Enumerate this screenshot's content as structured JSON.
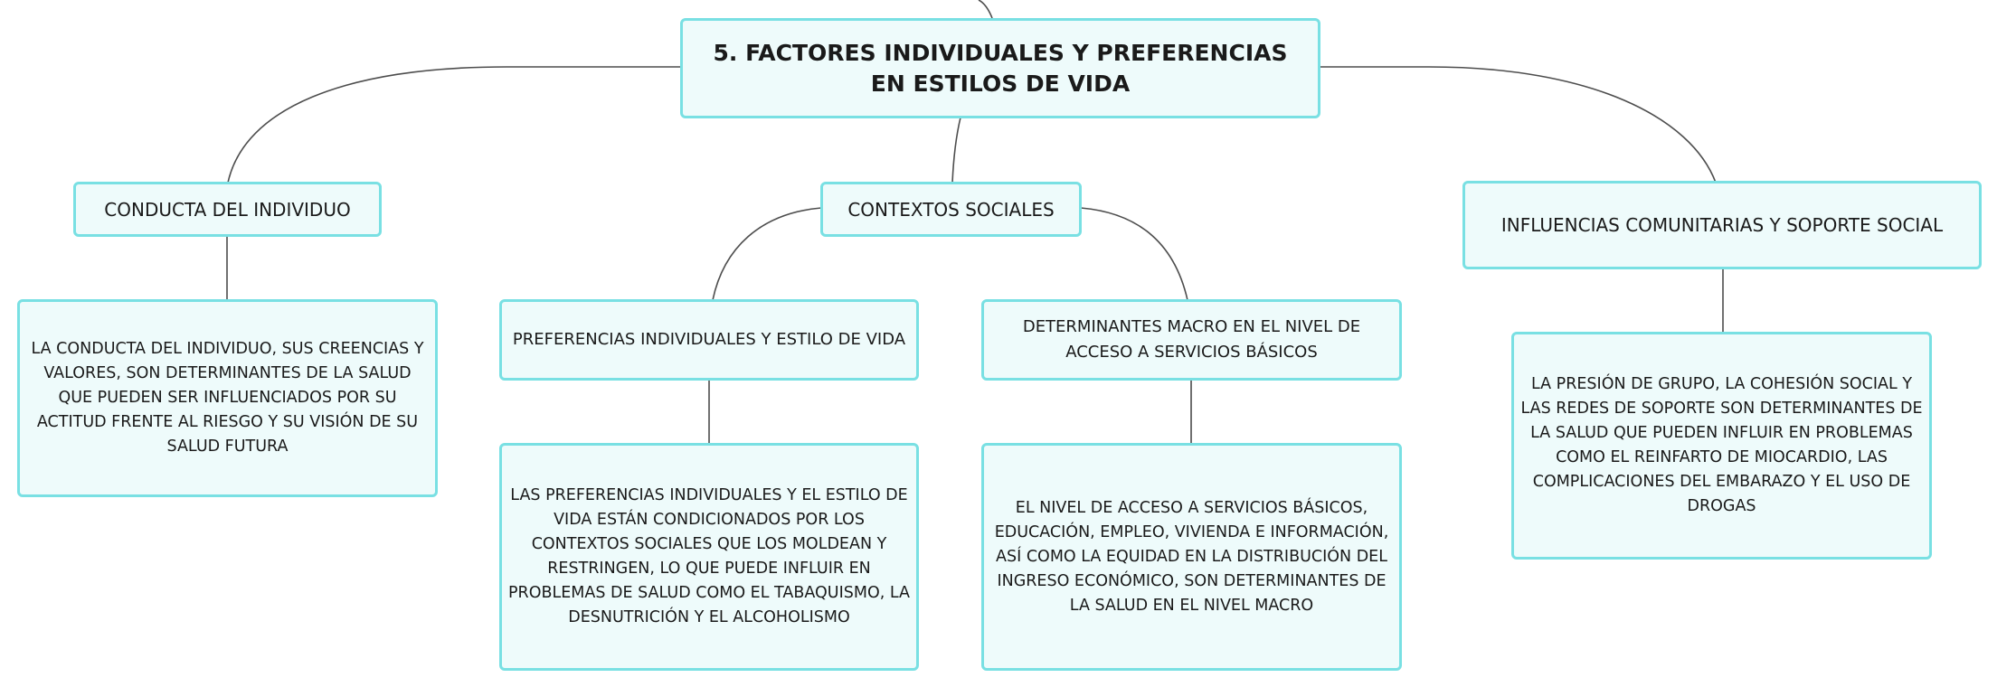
{
  "colors": {
    "node_fill": "#eefbfb",
    "node_border": "#79e0e3",
    "connector": "#4d4d4d",
    "text": "#1a1a1a"
  },
  "mindmap": {
    "root": {
      "label": "5. FACTORES INDIVIDUALES Y PREFERENCIAS EN ESTILOS DE VIDA"
    },
    "branches": [
      {
        "label": "CONDUCTA DEL INDIVIDUO",
        "detail": "LA CONDUCTA DEL INDIVIDUO, SUS CREENCIAS Y VALORES, SON DETERMINANTES DE LA SALUD QUE PUEDEN SER INFLUENCIADOS POR SU ACTITUD FRENTE AL RIESGO Y SU VISIÓN DE SU SALUD FUTURA"
      },
      {
        "label": "CONTEXTOS SOCIALES",
        "children": [
          {
            "label": "PREFERENCIAS INDIVIDUALES Y ESTILO DE VIDA",
            "detail": "LAS PREFERENCIAS INDIVIDUALES Y EL ESTILO DE VIDA ESTÁN CONDICIONADOS POR LOS CONTEXTOS SOCIALES QUE LOS MOLDEAN Y RESTRINGEN, LO QUE PUEDE INFLUIR EN PROBLEMAS DE SALUD COMO EL TABAQUISMO, LA DESNUTRICIÓN Y EL ALCOHOLISMO"
          },
          {
            "label": "DETERMINANTES MACRO EN EL NIVEL DE ACCESO A SERVICIOS BÁSICOS",
            "detail": "EL NIVEL DE ACCESO A SERVICIOS BÁSICOS, EDUCACIÓN, EMPLEO, VIVIENDA E INFORMACIÓN, ASÍ COMO LA EQUIDAD EN LA DISTRIBUCIÓN DEL INGRESO ECONÓMICO, SON DETERMINANTES DE LA SALUD EN EL NIVEL MACRO"
          }
        ]
      },
      {
        "label": "INFLUENCIAS COMUNITARIAS Y SOPORTE SOCIAL",
        "detail": "LA PRESIÓN DE GRUPO, LA COHESIÓN SOCIAL Y LAS REDES DE SOPORTE SON DETERMINANTES DE LA SALUD QUE PUEDEN INFLUIR EN PROBLEMAS COMO EL REINFARTO DE MIOCARDIO, LAS COMPLICACIONES DEL EMBARAZO Y EL USO DE DROGAS"
      }
    ]
  }
}
